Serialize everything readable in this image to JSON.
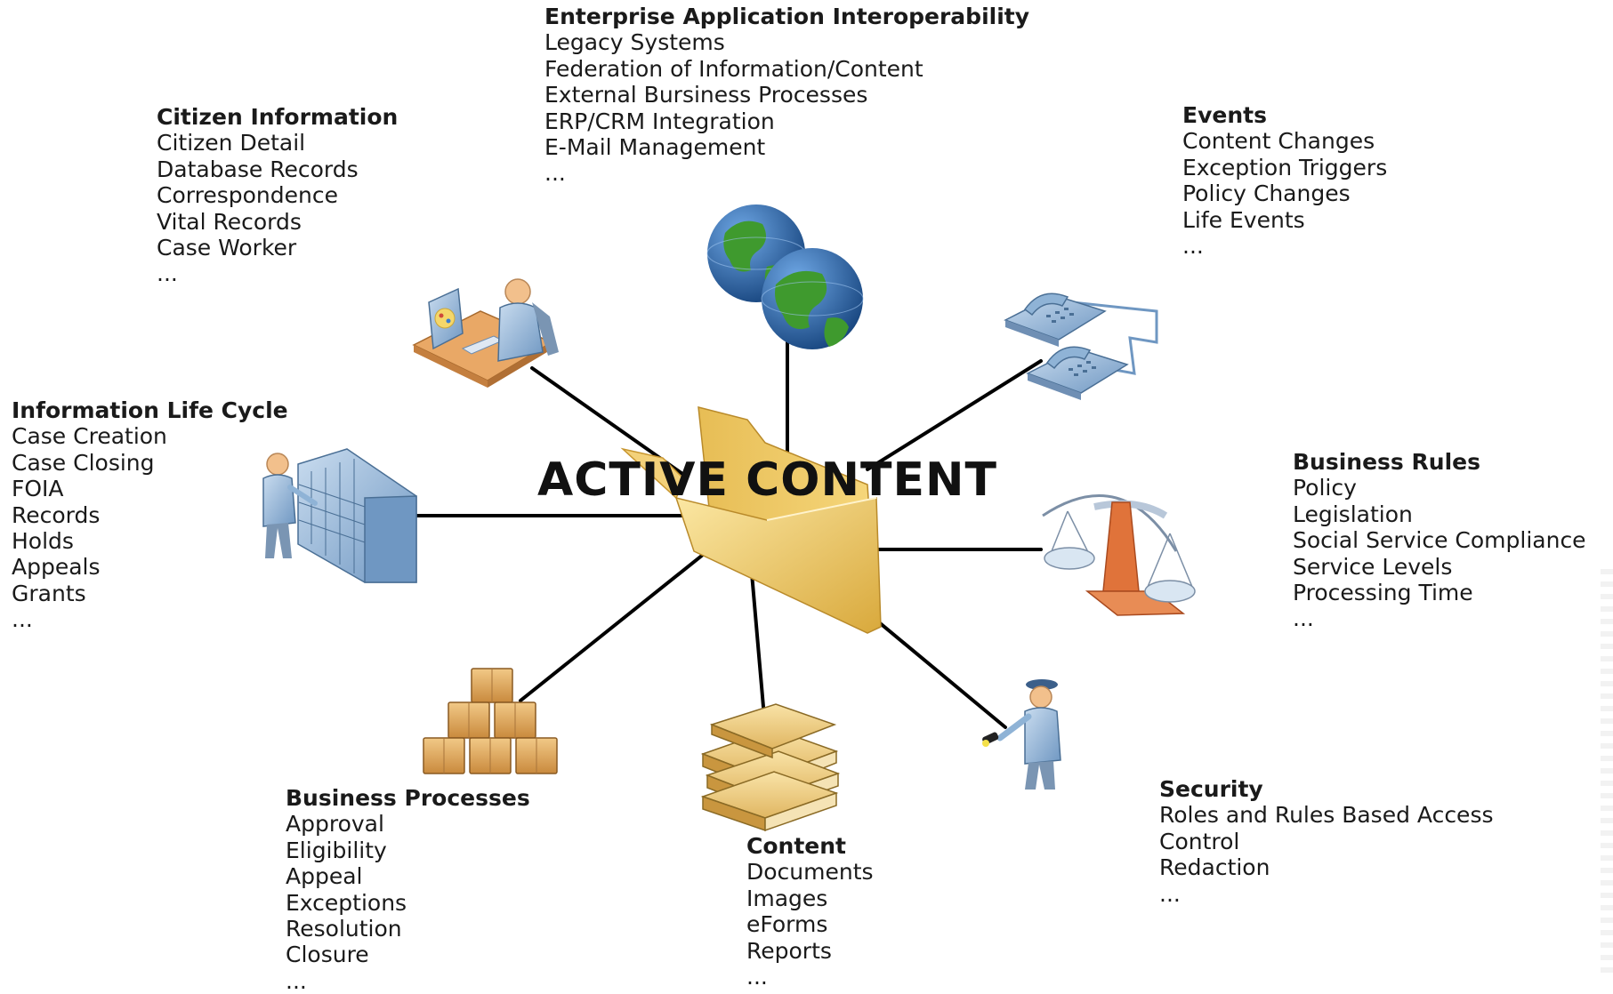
{
  "center": {
    "title": "ACTIVE CONTENT"
  },
  "nodes": [
    {
      "id": "eai",
      "icon": "globes-icon",
      "heading": "Enterprise Application Interoperability",
      "items": [
        "Legacy Systems",
        "Federation of Information/Content",
        "External Bursiness Processes",
        "ERP/CRM Integration",
        "E-Mail Management",
        "..."
      ]
    },
    {
      "id": "citizen",
      "icon": "computer-user-icon",
      "heading": "Citizen Information",
      "items": [
        "Citizen Detail",
        "Database Records",
        "Correspondence",
        "Vital Records",
        "Case Worker",
        "..."
      ]
    },
    {
      "id": "events",
      "icon": "telephones-icon",
      "heading": "Events",
      "items": [
        "Content Changes",
        "Exception Triggers",
        "Policy Changes",
        "Life Events",
        "..."
      ]
    },
    {
      "id": "lifecycle",
      "icon": "server-rack-user-icon",
      "heading": "Information Life Cycle",
      "items": [
        "Case Creation",
        "Case Closing",
        "FOIA",
        "Records",
        "Holds",
        "Appeals",
        "Grants",
        "..."
      ]
    },
    {
      "id": "rules",
      "icon": "scales-icon",
      "heading": "Business Rules",
      "items": [
        "Policy",
        "Legislation",
        "Social Service Compliance",
        "Service Levels",
        "Processing Time",
        "..."
      ]
    },
    {
      "id": "processes",
      "icon": "boxes-icon",
      "heading": "Business Processes",
      "items": [
        "Approval",
        "Eligibility",
        "Appeal",
        "Exceptions",
        "Resolution",
        "Closure",
        "..."
      ]
    },
    {
      "id": "content",
      "icon": "books-icon",
      "heading": "Content",
      "items": [
        "Documents",
        "Images",
        "eForms",
        "Reports",
        "..."
      ]
    },
    {
      "id": "security",
      "icon": "security-guard-icon",
      "heading": "Security",
      "items": [
        "Roles and Rules Based Access",
        "Control",
        "Redaction",
        "..."
      ]
    }
  ],
  "colors": {
    "connector": "#000000",
    "folder_light": "#f7dc85",
    "folder_dark": "#d9a93c",
    "globe_ocean": "#1f5fa8",
    "globe_land": "#3f9a2e",
    "device_blue": "#8fb3d6",
    "box_tan": "#d9a25b",
    "scale_orange": "#e0733a"
  }
}
